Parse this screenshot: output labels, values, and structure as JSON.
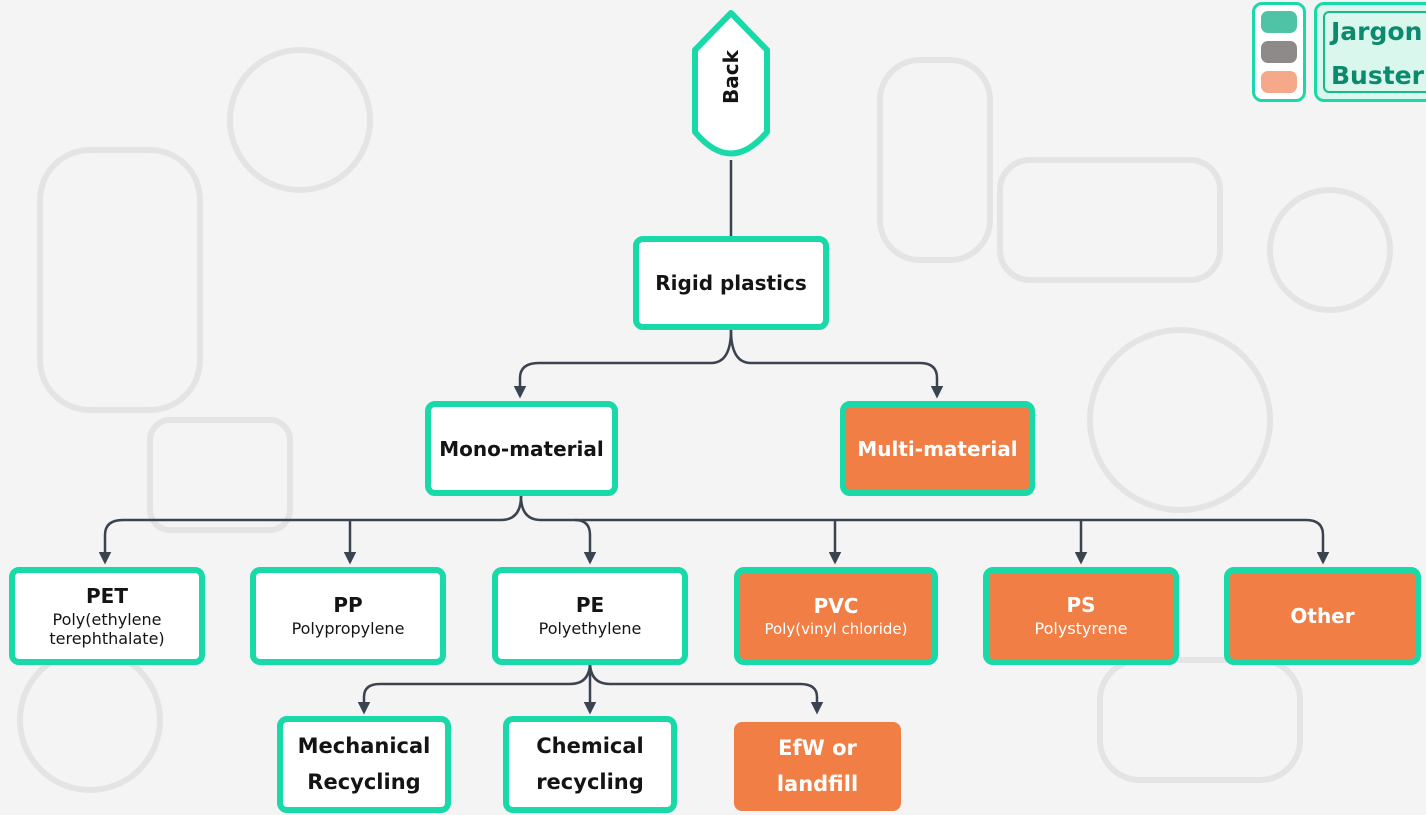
{
  "nav": {
    "back_label": "Back"
  },
  "logo": {
    "words": [
      "Jargon",
      "Buster"
    ],
    "swatch_colors": [
      "#4fc3a5",
      "#8e8a8a",
      "#f6a98a"
    ]
  },
  "colors": {
    "accent_border": "#1ad9a8",
    "highlight_fill": "#f07e45",
    "connector": "#3a4450"
  },
  "diagram": {
    "root": {
      "label": "Rigid plastics"
    },
    "level2": [
      {
        "label": "Mono-material"
      },
      {
        "label": "Multi-material",
        "highlighted": true
      }
    ],
    "polymers": [
      {
        "code": "PET",
        "name": "Poly(ethylene terephthalate)"
      },
      {
        "code": "PP",
        "name": "Polypropylene"
      },
      {
        "code": "PE",
        "name": "Polyethylene"
      },
      {
        "code": "PVC",
        "name": "Poly(vinyl chloride)",
        "highlighted": true
      },
      {
        "code": "PS",
        "name": "Polystyrene",
        "highlighted": true
      },
      {
        "code": "Other",
        "name": "",
        "highlighted": true
      }
    ],
    "outcomes": [
      {
        "line1": "Mechanical",
        "line2": "Recycling"
      },
      {
        "line1": "Chemical",
        "line2": "recycling"
      },
      {
        "line1": "EfW or",
        "line2": "landfill",
        "highlighted": true
      }
    ]
  }
}
